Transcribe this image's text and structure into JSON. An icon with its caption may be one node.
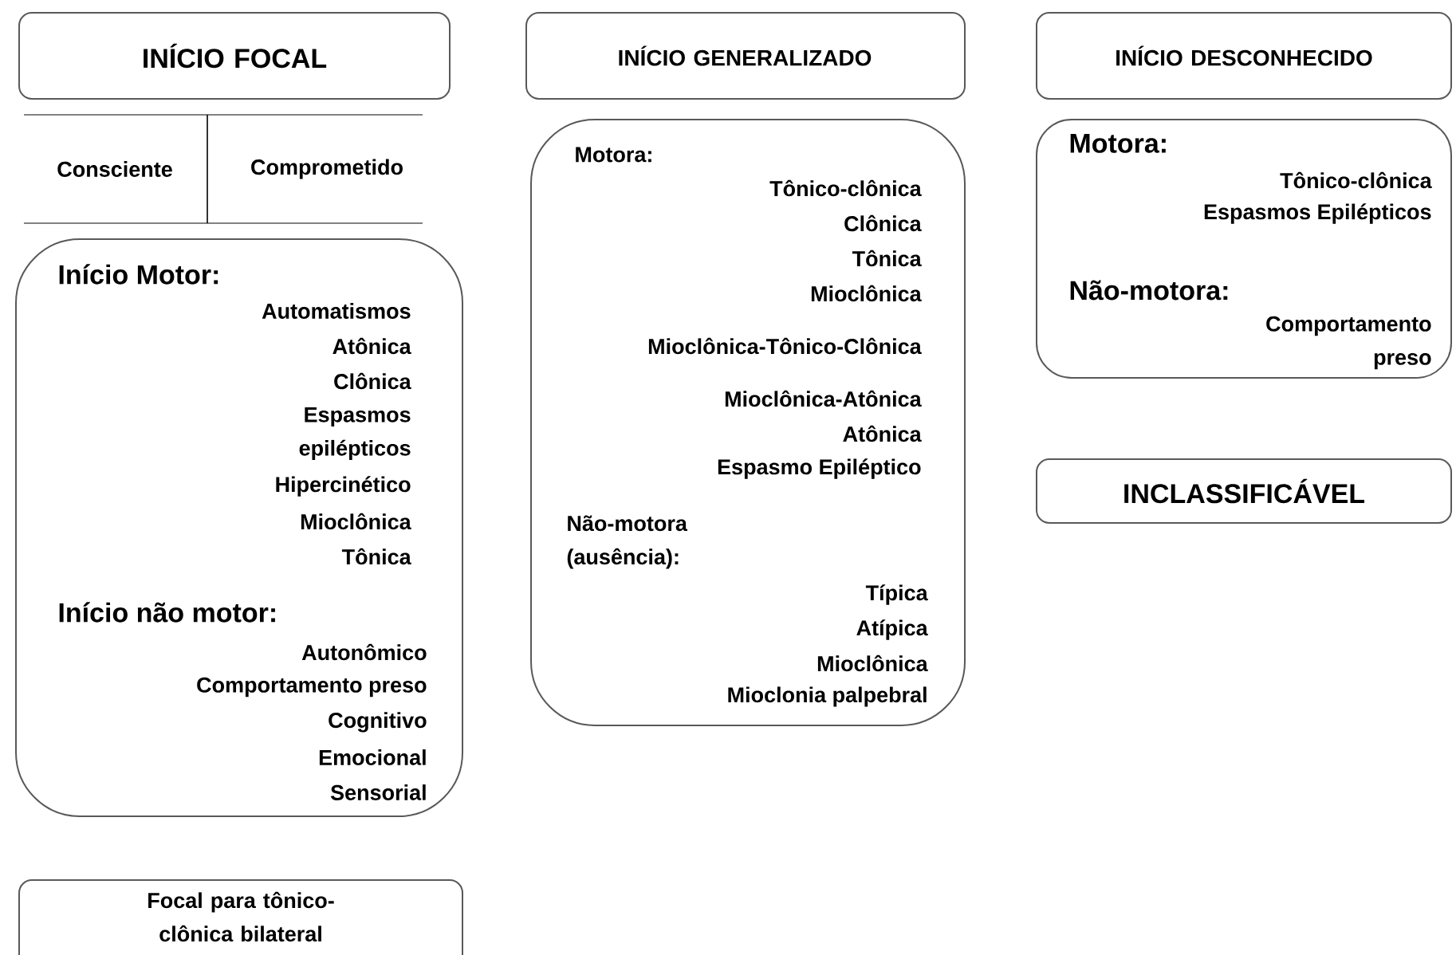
{
  "diagram": {
    "nodes": [
      {
        "text": [
          "INÍCIO FOCAL"
        ]
      },
      {
        "text": [
          "Consciente",
          "Comprometido"
        ]
      },
      {
        "text": [
          "Início Motor:",
          "Automatismos",
          "Atônica",
          "Clônica",
          "Espasmos epilépticos",
          "Hipercinético",
          "Mioclônica",
          "Tônica",
          "Início não motor:",
          "Autonômico",
          "Comportamento preso",
          "Cognitivo",
          "Emocional",
          "Sensorial"
        ]
      },
      {
        "text": [
          "Focal para tônico-clônica bilateral"
        ]
      },
      {
        "text": [
          "INÍCIO GENERALIZADO"
        ]
      },
      {
        "text": [
          "Motora:",
          "Tônico-clônica",
          "Clônica",
          "Tônica",
          "Mioclônica",
          "Mioclônica-Tônico-Clônica",
          "Mioclônica-Atônica",
          "Atônica",
          "Espasmo Epiléptico",
          "Não-motora (ausência):",
          "Típica",
          "Atípica",
          "Mioclônica",
          "Mioclonia palpebral"
        ]
      },
      {
        "text": [
          "INÍCIO DESCONHECIDO"
        ]
      },
      {
        "text": [
          "Motora:",
          "Tônico-clônica",
          "Espasmos Epilépticos",
          "Não-motora:",
          "Comportamento preso"
        ]
      },
      {
        "text": [
          "INCLASSIFICÁVEL"
        ]
      }
    ]
  }
}
